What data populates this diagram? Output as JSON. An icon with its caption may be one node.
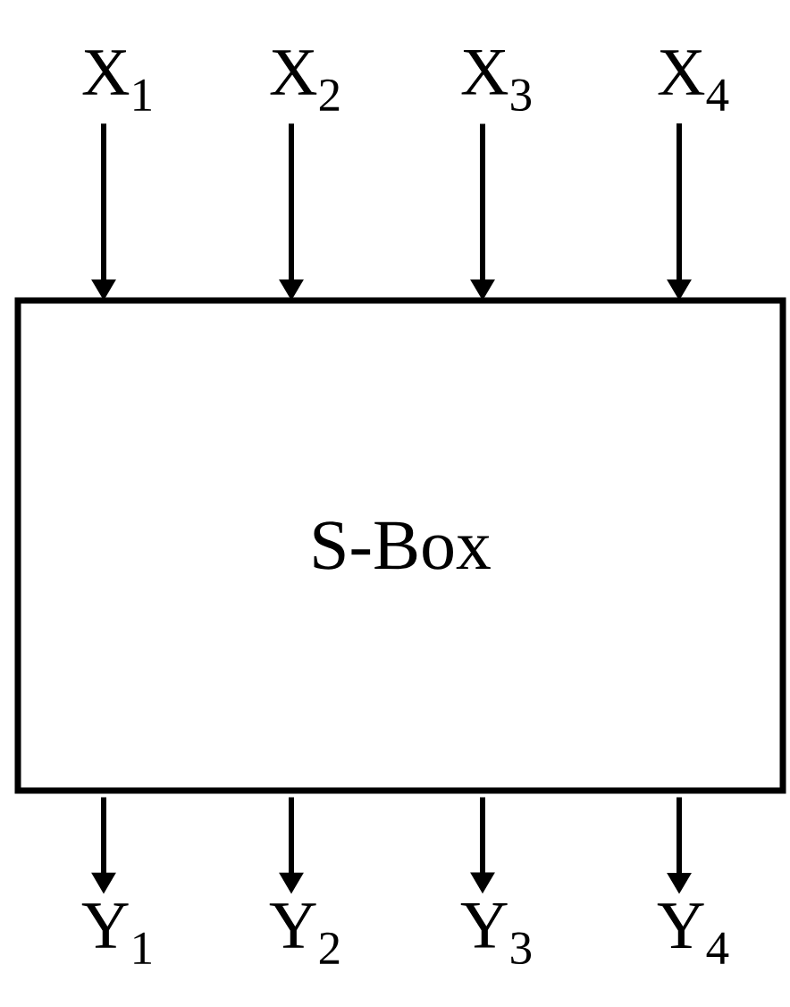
{
  "diagram": {
    "nodes": [
      {
        "text": [
          "X$_{1}$"
        ]
      },
      {
        "text": [
          "X$_{2}$"
        ]
      },
      {
        "text": [
          "X$_{3}$"
        ]
      },
      {
        "text": [
          "X$_{4}$"
        ]
      },
      {
        "text": [
          "S-Box"
        ]
      },
      {
        "text": [
          "Y$_{1}$"
        ]
      },
      {
        "text": [
          "Y$_{2}$"
        ]
      },
      {
        "text": [
          "Y$_{3}$"
        ]
      },
      {
        "text": [
          "Y$_{4}$"
        ]
      }
    ],
    "edges": [
      {
        "from": 0,
        "to": 4,
        "arrow": "to"
      },
      {
        "from": 1,
        "to": 4,
        "arrow": "to"
      },
      {
        "from": 2,
        "to": 4,
        "arrow": "to"
      },
      {
        "from": 3,
        "to": 4,
        "arrow": "to"
      },
      {
        "from": 4,
        "to": 5,
        "arrow": "to"
      },
      {
        "from": 4,
        "to": 6,
        "arrow": "to"
      },
      {
        "from": 4,
        "to": 7,
        "arrow": "to"
      },
      {
        "from": 4,
        "to": 8,
        "arrow": "to"
      }
    ]
  }
}
